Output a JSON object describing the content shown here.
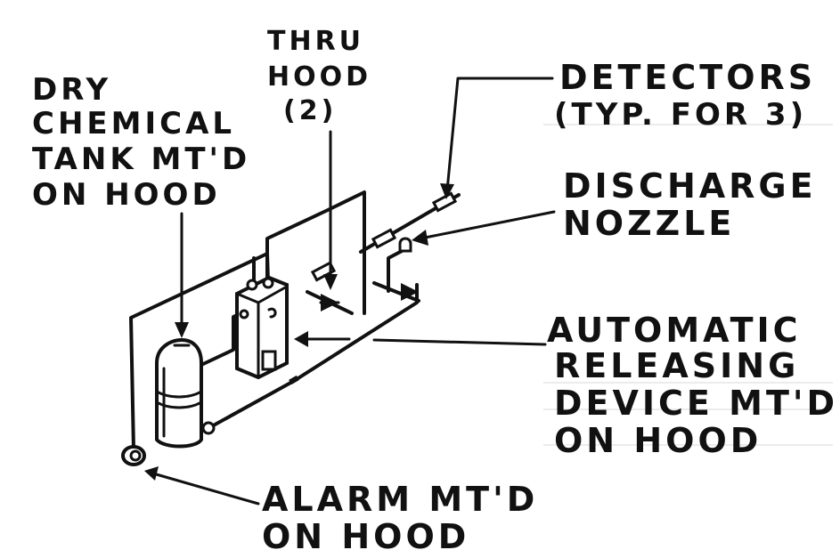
{
  "labels": {
    "dry_chemical_tank": [
      "DRY",
      "CHEMICAL",
      "TANK MT'D",
      "ON HOOD"
    ],
    "thru_hood": [
      "THRU",
      "HOOD",
      "(2)"
    ],
    "detectors": [
      "DETECTORS",
      "(TYP. FOR 3)"
    ],
    "discharge_nozzle": [
      "DISCHARGE",
      "NOZZLE"
    ],
    "automatic_releasing_device": [
      "AUTOMATIC",
      "RELEASING",
      "DEVICE MT'D",
      "ON HOOD"
    ],
    "alarm": [
      "ALARM MT'D",
      "ON HOOD"
    ]
  },
  "colors": {
    "ink": "#111111",
    "paper": "#ffffff"
  }
}
